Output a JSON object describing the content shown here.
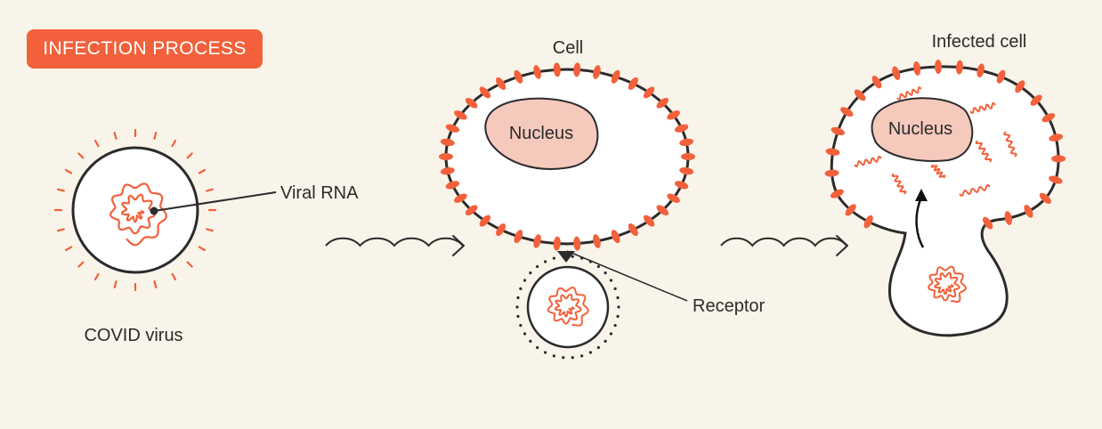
{
  "title": "INFECTION PROCESS",
  "labels": {
    "virus": "COVID virus",
    "viral_rna": "Viral RNA",
    "cell": "Cell",
    "nucleus": "Nucleus",
    "receptor": "Receptor",
    "infected_cell": "Infected cell",
    "infected_nucleus": "Nucleus"
  },
  "colors": {
    "background": "#f8f4e9",
    "accent": "#f2613b",
    "nucleus_fill": "#f6c9bd",
    "outline": "#2b2b2b",
    "cell_fill": "#ffffff"
  }
}
